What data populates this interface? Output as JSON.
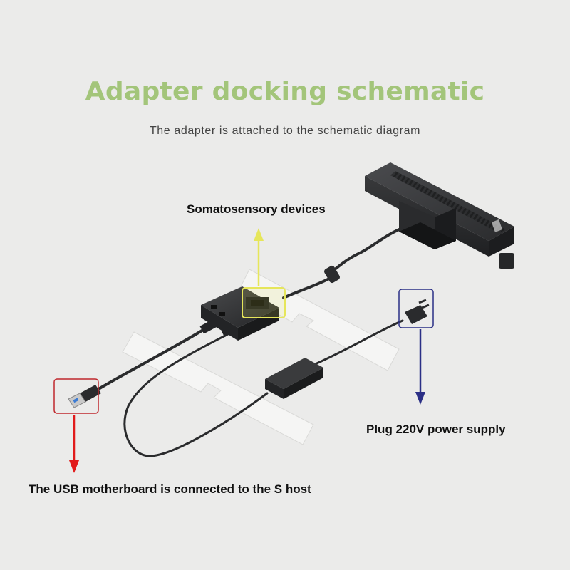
{
  "title": "Adapter docking schematic",
  "subtitle": "The adapter is attached to the schematic diagram",
  "labels": {
    "somatosensory": "Somatosensory devices",
    "plug": "Plug 220V power supply",
    "usb": "The USB motherboard is connected to the S host"
  },
  "colors": {
    "background": "#ebebea",
    "title": "#a3c57a",
    "somatosensory_arrow": "#e6e65a",
    "plug_arrow": "#2b2f86",
    "usb_arrow": "#e11b1b",
    "device": "#2e2f31"
  },
  "icons": {
    "sensor": "kinect-sensor-icon",
    "hub": "adapter-hub-icon",
    "power_brick": "power-adapter-icon",
    "plug": "ac-plug-icon",
    "usb": "usb-connector-icon"
  }
}
